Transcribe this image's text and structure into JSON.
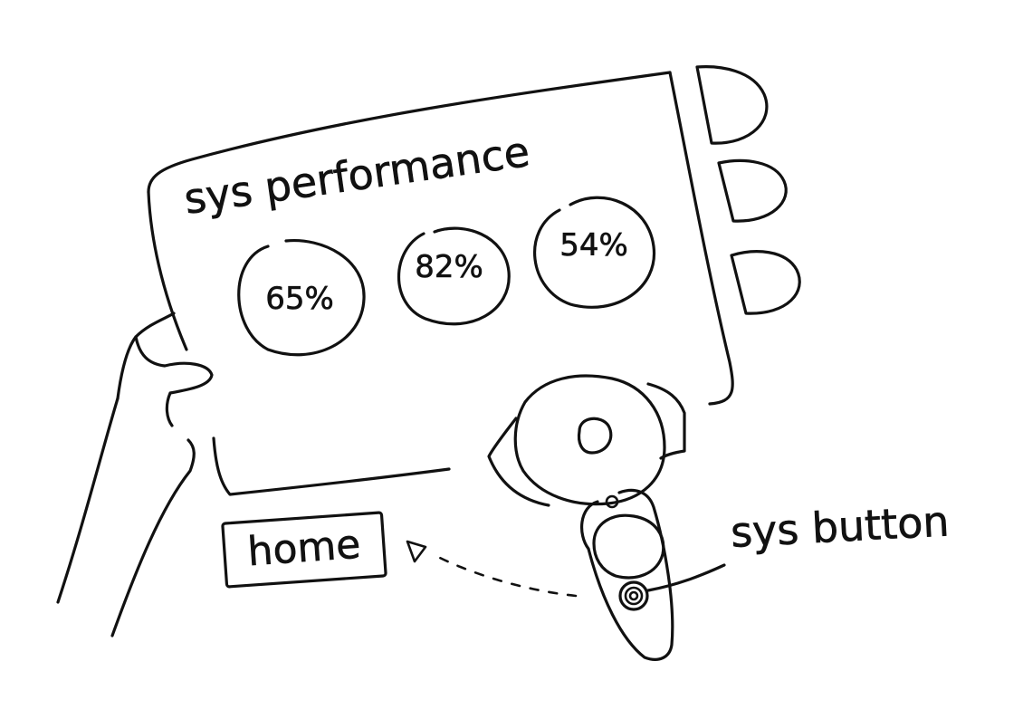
{
  "panel": {
    "title": "sys performance"
  },
  "gauges": [
    {
      "label": "65%"
    },
    {
      "label": "82%"
    },
    {
      "label": "54%"
    }
  ],
  "home_button": {
    "label": "home"
  },
  "controller": {
    "button_label": "sys button"
  },
  "colors": {
    "ink": "#111111",
    "paper": "#ffffff"
  }
}
